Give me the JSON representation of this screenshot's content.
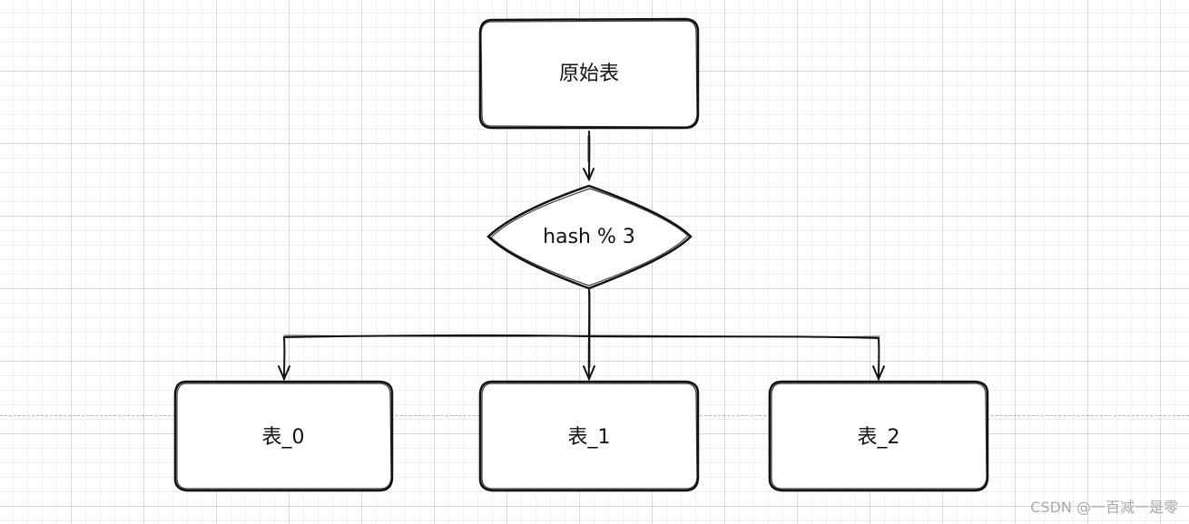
{
  "diagram": {
    "nodes": {
      "source": {
        "label": "原始表",
        "shape": "rounded-rectangle"
      },
      "decision": {
        "label": "hash % 3",
        "shape": "diamond"
      },
      "shard0": {
        "label": "表_0",
        "shape": "rounded-rectangle"
      },
      "shard1": {
        "label": "表_1",
        "shape": "rounded-rectangle"
      },
      "shard2": {
        "label": "表_2",
        "shape": "rounded-rectangle"
      }
    },
    "edges": [
      {
        "from": "原始表",
        "to": "hash % 3"
      },
      {
        "from": "hash % 3",
        "to": "表_0"
      },
      {
        "from": "hash % 3",
        "to": "表_1"
      },
      {
        "from": "hash % 3",
        "to": "表_2"
      }
    ],
    "style": "hand-drawn sketch on grid paper",
    "stroke_color": "#111111",
    "grid_color": "#d6d6d6"
  },
  "watermark": "CSDN @一百减一是零"
}
